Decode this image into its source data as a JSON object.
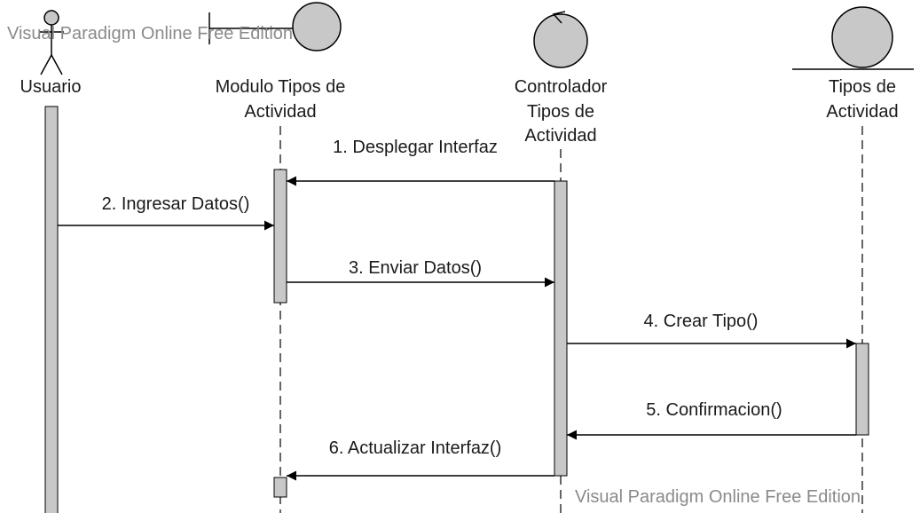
{
  "watermark": {
    "top": "Visual Paradigm Online Free Edition",
    "bottom": "Visual Paradigm Online Free Edition"
  },
  "participants": {
    "usuario": {
      "kind": "actor",
      "label": "Usuario"
    },
    "modulo": {
      "kind": "boundary",
      "label_line1": "Modulo Tipos de",
      "label_line2": "Actividad"
    },
    "controlador": {
      "kind": "control",
      "label_line1": "Controlador",
      "label_line2": "Tipos de",
      "label_line3": "Actividad"
    },
    "entidad": {
      "kind": "entity",
      "label_line1": "Tipos de",
      "label_line2": "Actividad"
    }
  },
  "messages": [
    {
      "label": "1. Desplegar Interfaz",
      "from": "Controlador Tipos de Actividad",
      "to": "Modulo Tipos de Actividad"
    },
    {
      "label": "2. Ingresar Datos()",
      "from": "Usuario",
      "to": "Modulo Tipos de Actividad"
    },
    {
      "label": "3. Enviar Datos()",
      "from": "Modulo Tipos de Actividad",
      "to": "Controlador Tipos de Actividad"
    },
    {
      "label": "4. Crear Tipo()",
      "from": "Controlador Tipos de Actividad",
      "to": "Tipos de Actividad"
    },
    {
      "label": "5. Confirmacion()",
      "from": "Tipos de Actividad",
      "to": "Controlador Tipos de Actividad"
    },
    {
      "label": "6. Actualizar Interfaz()",
      "from": "Controlador Tipos de Actividad",
      "to": "Modulo Tipos de Actividad"
    }
  ],
  "colors": {
    "shape_fill": "#c8c8c8",
    "line": "#000000",
    "text": "#1a1a1a",
    "watermark": "#8a8a8a"
  }
}
